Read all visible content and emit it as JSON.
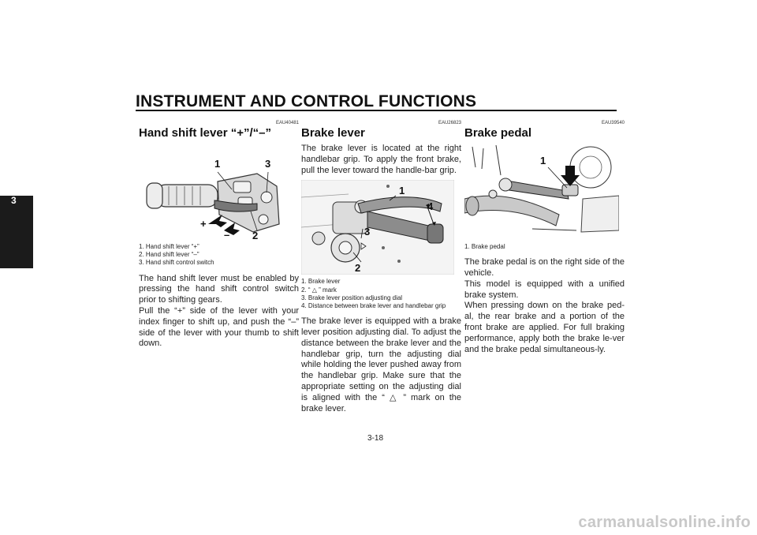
{
  "header": {
    "title": "INSTRUMENT AND CONTROL FUNCTIONS"
  },
  "chapter_tab": "3",
  "page_number": "3-18",
  "watermark": "carmanualsonline.info",
  "sections": [
    {
      "code": "EAU40481",
      "heading": "Hand shift lever “+”/“–”",
      "figure_labels": [
        "1",
        "3",
        "+",
        "–",
        "2"
      ],
      "captions": [
        "1. Hand shift lever “+”",
        "2. Hand shift lever “–”",
        "3. Hand shift control switch"
      ],
      "paragraphs": [
        "The hand shift lever must be enabled by pressing the hand shift control switch prior to shifting gears.",
        "Pull the “+” side of the lever with your index finger to shift up, and push the “–” side of the lever with your thumb to shift down."
      ]
    },
    {
      "code": "EAU26823",
      "heading": "Brake lever",
      "intro": "The brake lever is located at the right handlebar grip. To apply the front brake, pull the lever toward the handle-bar grip.",
      "figure_labels": [
        "1",
        "4",
        "3",
        "2"
      ],
      "captions": [
        "1. Brake lever",
        "2. “ △ ” mark",
        "3. Brake lever position adjusting dial",
        "4. Distance between brake lever and handlebar grip"
      ],
      "paragraphs": [
        "The brake lever is equipped with a brake lever position adjusting dial. To adjust the distance between the brake lever and the handlebar grip, turn the adjusting dial while holding the lever pushed away from the handlebar grip. Make sure that the appropriate setting on the adjusting dial is aligned with the “ △ ” mark on the brake lever."
      ]
    },
    {
      "code": "EAU39540",
      "heading": "Brake pedal",
      "figure_labels": [
        "1"
      ],
      "captions": [
        "1. Brake pedal"
      ],
      "paragraphs": [
        "The brake pedal is on the right side of the vehicle.",
        "This model is equipped with a unified brake system.",
        "When pressing down on the brake ped-al, the rear brake and a portion of the front brake are applied. For full braking performance, apply both the brake le-ver and the brake pedal simultaneous-ly."
      ]
    }
  ]
}
